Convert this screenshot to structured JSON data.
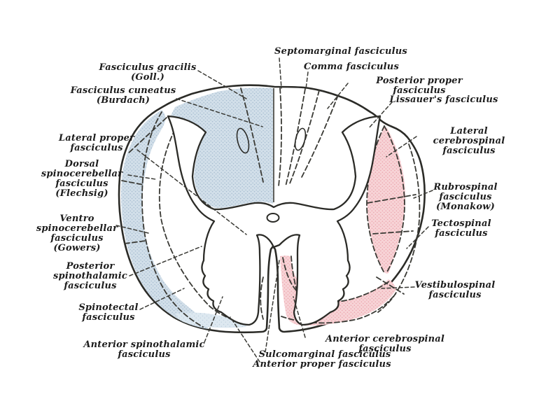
{
  "labels": {
    "fasciculus_gracilis": "Fasciculus gracilis\n(Goll.)",
    "fasciculus_cuneatus": "Fasciculus cuneatus\n(Burdach)",
    "septomarginal": "Septomarginal fasciculus",
    "comma": "Comma fasciculus",
    "posterior_proper": "Posterior proper fasciculus",
    "lissauer": "Lissauer's fasciculus",
    "lateral_cerebrospinal": "Lateral cerebrospinal\nfasciculus",
    "rubrospinal": "Rubrospinal\nfasciculus\n(Monakow)",
    "tectospinal": "Tectospinal\nfasciculus",
    "vestibulospinal": "Vestibulospinal\nfasciculus",
    "lateral_proper": "Lateral proper\nfasciculus",
    "dorsal_spinocerebellar": "Dorsal\nspinocerebellar\nfasciculus\n(Flechsig)",
    "ventro_spinocerebellar": "Ventro\nspinocerebellar\nfasciculus\n(Gowers)",
    "posterior_spinothalamic": "Posterior\nspinothalamic\nfasciculus",
    "spinotectal": "Spinotectal\nfasciculus",
    "anterior_spinothalamic": "Anterior spinothalamic\nfasciculus",
    "anterior_cerebrospinal": "Anterior cerebrospinal fasciculus",
    "sulcomarginal": "Sulcomarginal fasciculus",
    "anterior_proper": "Anterior proper fasciculus"
  },
  "colors": {
    "background": "#ffffff",
    "line": "#2b2b27",
    "dash_line": "#3a3a35",
    "label_text": "#1c1c1c",
    "tract_blue": "#d2dfe9",
    "tract_blue_dot": "#a9bed2",
    "tract_pink": "#f7d3d6",
    "tract_pink_dot": "#eca7af",
    "tract_pale_blue": "#dde8f0",
    "tract_pale_blue_dot": "#bfd1de"
  }
}
